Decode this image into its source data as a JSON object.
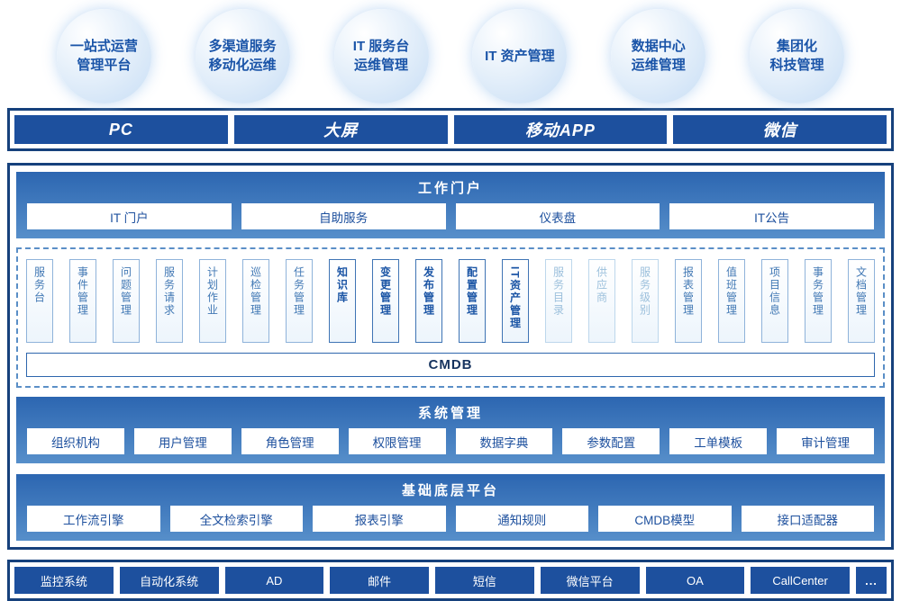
{
  "colors": {
    "frame_navy": "#16417c",
    "button_blue": "#1d509e",
    "section_gradient_top": "#2c66b1",
    "section_gradient_bottom": "#5f97cf",
    "bubble_text_blue": "#1a54a8",
    "module_text_blue": "#4178b4",
    "module_strong_blue": "#1b55a5",
    "module_light_blue": "#9cc0dc"
  },
  "bubbles": [
    {
      "label": "一站式运营\n管理平台"
    },
    {
      "label": "多渠道服务\n移动化运维"
    },
    {
      "label": "IT 服务台\n运维管理"
    },
    {
      "label": "IT 资产管理"
    },
    {
      "label": "数据中心\n运维管理"
    },
    {
      "label": "集团化\n科技管理"
    }
  ],
  "channels": [
    {
      "label": "PC"
    },
    {
      "label": "大屏"
    },
    {
      "label": "移动APP"
    },
    {
      "label": "微信"
    }
  ],
  "portal": {
    "title": "工作门户",
    "items": [
      {
        "label": "IT 门户"
      },
      {
        "label": "自助服务"
      },
      {
        "label": "仪表盘"
      },
      {
        "label": "IT公告"
      }
    ]
  },
  "modules": {
    "cmdb_label": "CMDB",
    "items": [
      {
        "label": "服务台",
        "state": "normal"
      },
      {
        "label": "事件管理",
        "state": "normal"
      },
      {
        "label": "问题管理",
        "state": "normal"
      },
      {
        "label": "服务请求",
        "state": "normal"
      },
      {
        "label": "计划作业",
        "state": "normal"
      },
      {
        "label": "巡检管理",
        "state": "normal"
      },
      {
        "label": "任务管理",
        "state": "normal"
      },
      {
        "label": "知识库",
        "state": "strong"
      },
      {
        "label": "变更管理",
        "state": "strong"
      },
      {
        "label": "发布管理",
        "state": "strong"
      },
      {
        "label": "配置管理",
        "state": "strong"
      },
      {
        "label": "IT资产管理",
        "state": "strong"
      },
      {
        "label": "服务目录",
        "state": "light"
      },
      {
        "label": "供应商",
        "state": "light"
      },
      {
        "label": "服务级别",
        "state": "light"
      },
      {
        "label": "报表管理",
        "state": "normal"
      },
      {
        "label": "值班管理",
        "state": "normal"
      },
      {
        "label": "项目信息",
        "state": "normal"
      },
      {
        "label": "事务管理",
        "state": "normal"
      },
      {
        "label": "文档管理",
        "state": "normal"
      }
    ]
  },
  "system": {
    "title": "系统管理",
    "items": [
      {
        "label": "组织机构"
      },
      {
        "label": "用户管理"
      },
      {
        "label": "角色管理"
      },
      {
        "label": "权限管理"
      },
      {
        "label": "数据字典"
      },
      {
        "label": "参数配置"
      },
      {
        "label": "工单模板"
      },
      {
        "label": "审计管理"
      }
    ]
  },
  "platform": {
    "title": "基础底层平台",
    "items": [
      {
        "label": "工作流引擎"
      },
      {
        "label": "全文检索引擎"
      },
      {
        "label": "报表引擎"
      },
      {
        "label": "通知规则"
      },
      {
        "label": "CMDB模型"
      },
      {
        "label": "接口适配器"
      }
    ]
  },
  "integrations": [
    {
      "label": "监控系统"
    },
    {
      "label": "自动化系统"
    },
    {
      "label": "AD"
    },
    {
      "label": "邮件"
    },
    {
      "label": "短信"
    },
    {
      "label": "微信平台"
    },
    {
      "label": "OA"
    },
    {
      "label": "CallCenter"
    },
    {
      "label": "..."
    }
  ]
}
